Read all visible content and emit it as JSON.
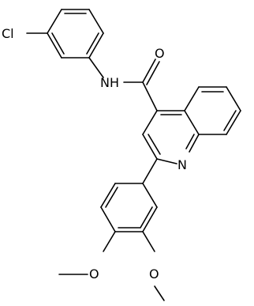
{
  "molecule": {
    "atoms": [
      {
        "id": "cl",
        "label": "Cl"
      },
      {
        "id": "nh",
        "label": "NH"
      },
      {
        "id": "o_carbonyl",
        "label": "O"
      },
      {
        "id": "n_ring",
        "label": "N"
      },
      {
        "id": "o_methoxy_left",
        "label": "O"
      },
      {
        "id": "o_methoxy_right",
        "label": "O"
      }
    ]
  }
}
